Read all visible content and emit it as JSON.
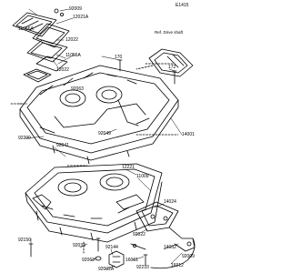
{
  "figure_id": "E1415",
  "inset_label": "Ref. Drive shaft",
  "colors": {
    "ink": "#000000",
    "paper": "#ffffff"
  },
  "callouts": {
    "c11056a": "11056A",
    "c92009_top": "92009",
    "c12021a": "12021A",
    "c12022": "12022",
    "c12022_b": "12022",
    "c11056a_b": "11056A",
    "c92063": "92063",
    "c170": "170",
    "c172": "172",
    "c92200": "92200",
    "c14001": "14001",
    "c92041": "92041",
    "c92049": "92049",
    "c12221": "12221",
    "c11009": "11009",
    "c14024": "14024",
    "c92150": "92150",
    "c92033": "92033",
    "c92022": "92022",
    "c92144": "92144",
    "c14002": "14002",
    "c92063_b": "92063",
    "c16061": "16061",
    "c92002a": "92002A",
    "c92009_bottom": "92009",
    "c16012": "16012",
    "c92210": "92210"
  }
}
